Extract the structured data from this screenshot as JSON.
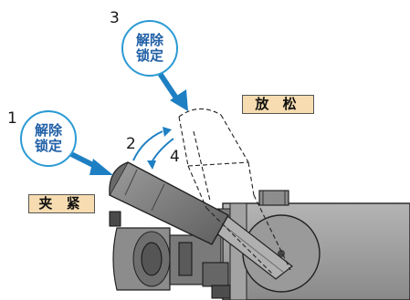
{
  "colors": {
    "arrow_blue": "#1e7fc3",
    "bubble_border": "#2a9ad4",
    "bubble_text": "#1f5fa6",
    "label_fill": "#f6dcb0",
    "body_gray": "#9a9a9a",
    "dark_gray": "#5a5a5a",
    "light_gray": "#c8c8c8"
  },
  "steps": {
    "step1": "1",
    "step2": "2",
    "step3": "3",
    "step4": "4"
  },
  "bubbles": {
    "lower": {
      "line1": "解除",
      "line2": "锁定"
    },
    "upper": {
      "line1": "解除",
      "line2": "锁定"
    }
  },
  "labels": {
    "release": "放 松",
    "clamp": "夹 紧"
  }
}
